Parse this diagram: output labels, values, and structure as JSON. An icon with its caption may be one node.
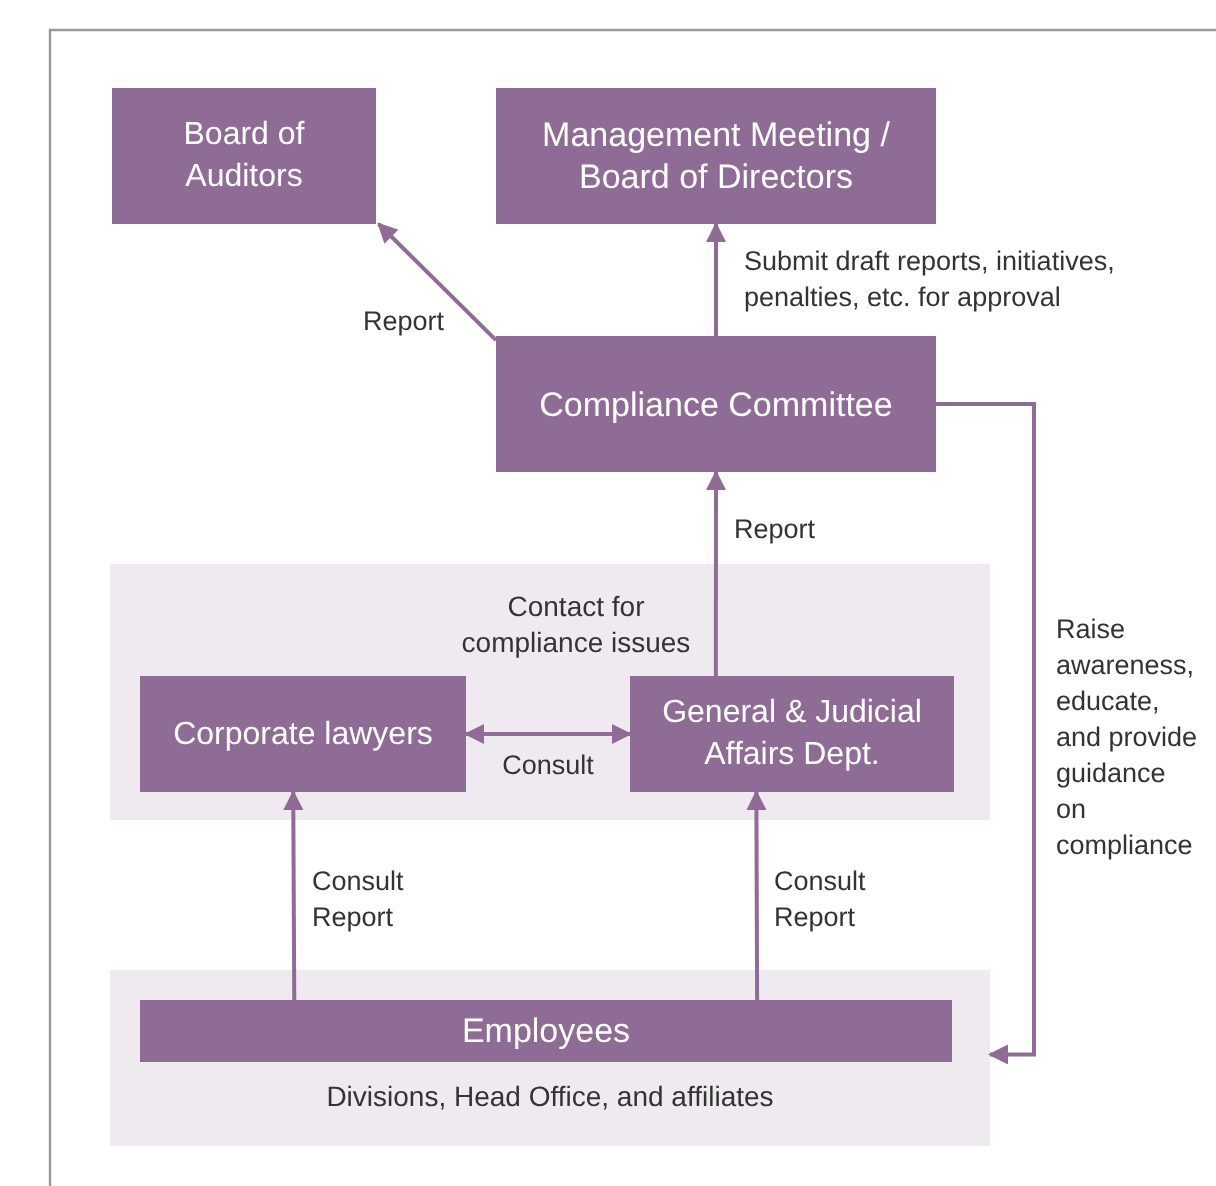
{
  "diagram": {
    "nodes": [
      {
        "text": [
          "Board of Auditors"
        ]
      },
      {
        "text": [
          "Management Meeting / Board of Directors"
        ]
      },
      {
        "text": [
          "Compliance Committee"
        ]
      },
      {
        "text": [
          "Contact for compliance issues"
        ]
      },
      {
        "text": [
          "Corporate lawyers"
        ],
        "in": 3
      },
      {
        "text": [
          "General & Judicial Affairs Dept."
        ],
        "in": 3
      },
      {
        "text": [
          "Divisions, Head Office, and affiliates"
        ]
      },
      {
        "text": [
          "Employees"
        ],
        "in": 6
      }
    ],
    "edges": [
      {
        "from": 2,
        "to": 0,
        "arrow": "to",
        "label": "Report"
      },
      {
        "from": 2,
        "to": 1,
        "arrow": "to",
        "label": "Submit draft reports, initiatives, penalties, etc. for approval"
      },
      {
        "from": 5,
        "to": 2,
        "arrow": "to",
        "label": "Report"
      },
      {
        "from": 4,
        "to": 5,
        "arrow": "both",
        "label": "Consult"
      },
      {
        "from": 7,
        "to": 4,
        "arrow": "to",
        "label": "Consult Report"
      },
      {
        "from": 7,
        "to": 5,
        "arrow": "to",
        "label": "Consult Report"
      },
      {
        "from": 2,
        "to": 6,
        "arrow": "to",
        "label": "Raise awareness, educate, and provide guidance on compliance"
      }
    ]
  }
}
